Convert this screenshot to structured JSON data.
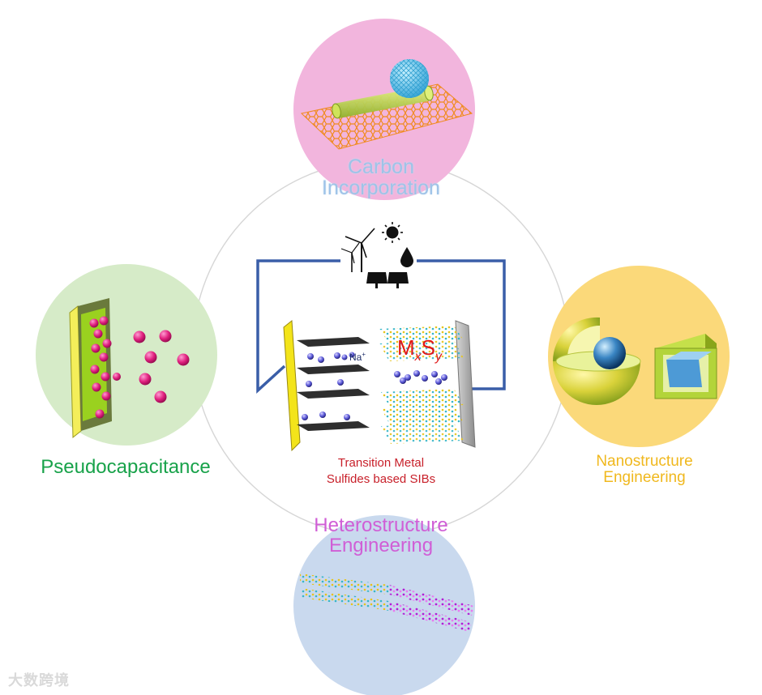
{
  "sections": {
    "top": {
      "line1": "Carbon",
      "line2": "Incorporation",
      "color": "#9ec3e8",
      "circle_color": "#f2b5dd"
    },
    "bottom": {
      "line1": "Heterostructure",
      "line2": "Engineering",
      "color": "#d05ed6",
      "circle_color": "#c9d9ee"
    },
    "left": {
      "label": "Pseudocapacitance",
      "color": "#18a24a",
      "circle_color": "#d6ebc8"
    },
    "right": {
      "line1": "Nanostructure",
      "line2": "Engineering",
      "color": "#f0b81e",
      "circle_color": "#fbd97a"
    }
  },
  "center": {
    "line1": "Transition Metal",
    "line2": "Sulfides based SIBs",
    "ion_label": "Na",
    "ion_charge": "+",
    "formula_m": "M",
    "formula_x": "x",
    "formula_s": "S",
    "formula_y": "y",
    "formula_color": "#e01818"
  },
  "watermark": "大数跨境"
}
